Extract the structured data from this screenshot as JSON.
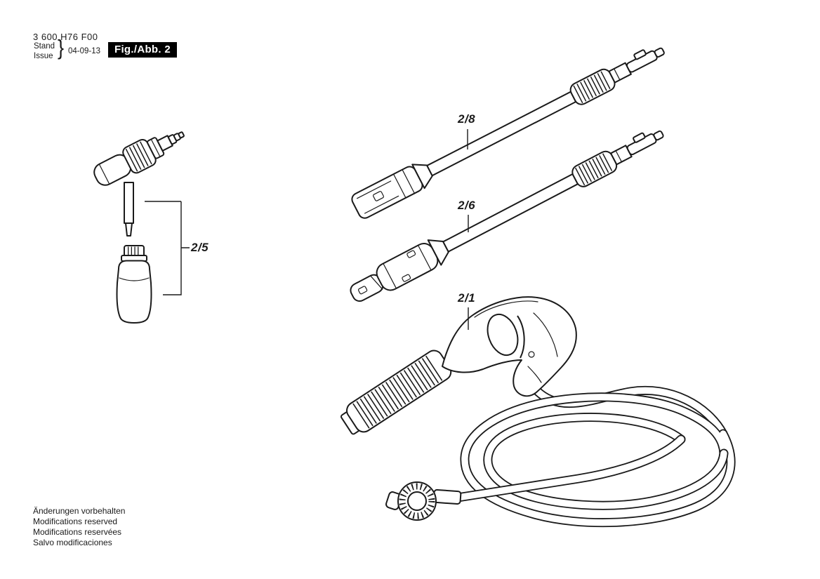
{
  "doc": {
    "part_number": "3 600 H76 F00",
    "stand_label": "Stand",
    "issue_label": "Issue",
    "brace": "}",
    "issue_date": "04-09-13",
    "figure_label": "Fig./Abb. 2"
  },
  "callouts": {
    "lance_turbo": "2/8",
    "lance_adjustable": "2/6",
    "gun_hose": "2/1",
    "detergent_kit": "2/5"
  },
  "footer": {
    "lines": [
      "Änderungen vorbehalten",
      "Modifications reserved",
      "Modifications reservées",
      "Salvo modificaciones"
    ]
  },
  "colors": {
    "ink": "#1a1a1a",
    "paper": "#ffffff",
    "figure_box": "#000000"
  },
  "icons": {
    "parts": [
      "detergent-foam-nozzle-with-bottle",
      "turbo-spray-lance",
      "adjustable-spray-lance",
      "trigger-gun-with-high-pressure-hose"
    ]
  }
}
